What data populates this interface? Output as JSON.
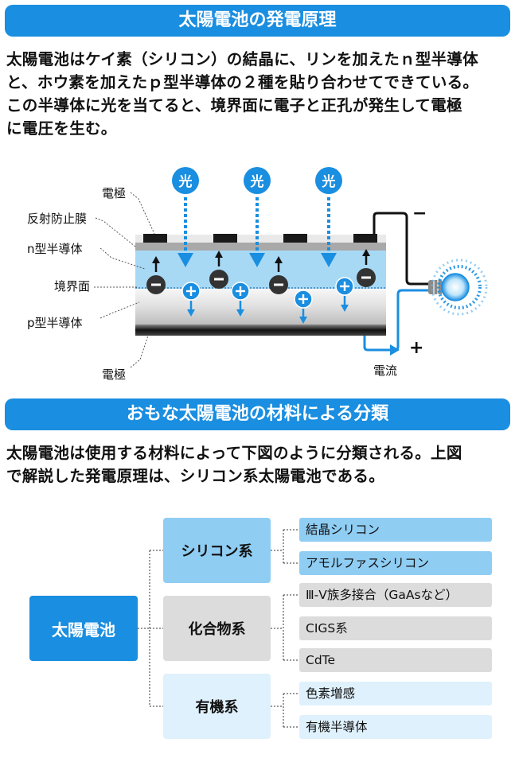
{
  "section1": {
    "title": "太陽電池の発電原理",
    "paragraph_lines": [
      "太陽電池はケイ素（シリコン）の結晶に、リンを加えたｎ型半導体",
      "と、ホウ素を加えたｐ型半導体の２種を貼り合わせてできている。",
      "この半導体に光を当てると、境界面に電子と正孔が発生して電極",
      "に電圧を生む。"
    ]
  },
  "diagram": {
    "labels": {
      "electrode_top": "電極",
      "antireflection": "反射防止膜",
      "n_type": "n型半導体",
      "junction": "境界面",
      "p_type": "p型半導体",
      "electrode_bottom": "電極"
    },
    "light_label": "光",
    "minus_sign": "−",
    "plus_sign": "+",
    "current_label": "電流",
    "colors": {
      "accent_blue": "#1a8ee0",
      "n_layer": "#a7d9f5",
      "electron_dark": "#333333",
      "hole_blue": "#1a8ee0"
    }
  },
  "section2": {
    "title": "おもな太陽電池の材料による分類",
    "paragraph_lines": [
      "太陽電池は使用する材料によって下図のように分類される。上図",
      "で解説した発電原理は、シリコン系太陽電池である。"
    ]
  },
  "tree": {
    "root": "太陽電池",
    "groups": [
      {
        "label": "シリコン系",
        "children": [
          "結晶シリコン",
          "アモルファスシリコン"
        ]
      },
      {
        "label": "化合物系",
        "children": [
          "Ⅲ-Ⅴ族多接合（GaAsなど）",
          "CIGS系",
          "CdTe"
        ]
      },
      {
        "label": "有機系",
        "children": [
          "色素増感",
          "有機半導体"
        ]
      }
    ]
  }
}
